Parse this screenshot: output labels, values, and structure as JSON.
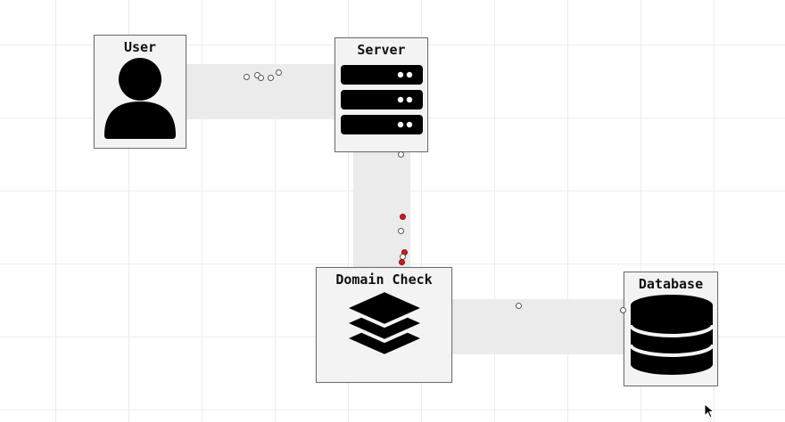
{
  "nodes": {
    "user": {
      "label": "User",
      "icon": "person-icon"
    },
    "server": {
      "label": "Server",
      "icon": "server-rack-icon"
    },
    "domain_check": {
      "label": "Domain Check",
      "icon": "layers-icon"
    },
    "database": {
      "label": "Database",
      "icon": "database-icon"
    }
  },
  "connections": [
    {
      "from": "User",
      "to": "Server"
    },
    {
      "from": "Server",
      "to": "Domain Check"
    },
    {
      "from": "Domain Check",
      "to": "Database"
    }
  ],
  "packet_states": [
    "normal",
    "error"
  ],
  "colors": {
    "grid": "#ececec",
    "node_fill": "#f3f3f3",
    "node_border": "#6d6d6d",
    "connection": "#ebebeb",
    "packet_normal": "#ffffff",
    "packet_error": "#d11c1c",
    "icon": "#000000"
  }
}
